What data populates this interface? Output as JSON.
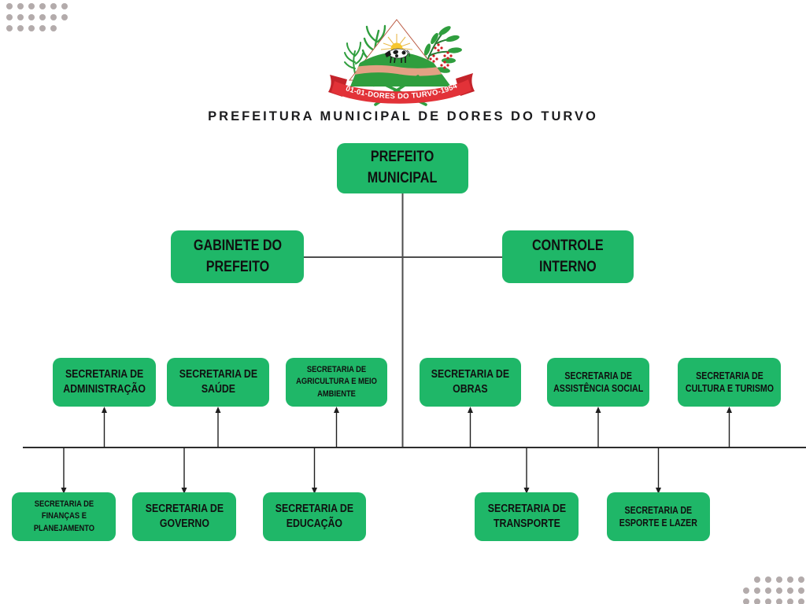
{
  "theme": {
    "node_green": "#1fb768",
    "line_color": "#4d4d4d",
    "stem_color": "#1f1f1f",
    "dots_color": "#b3abab",
    "text_dark": "#101010",
    "title_color": "#1c1c1e",
    "logo_green": "#2f9e3e",
    "logo_red": "#e23238",
    "logo_dark_red": "#c4232a",
    "band_tan": "#e2a183",
    "sun_yellow": "#f6c62e"
  },
  "header": {
    "title": "PREFEITURA MUNICIPAL DE DORES DO TURVO",
    "crest_banner": "01-01-DORES DO TURVO-1954"
  },
  "org": {
    "nodes": {
      "prefeito": {
        "lines": [
          "PREFEITO",
          "MUNICIPAL"
        ]
      },
      "gabinete": {
        "lines": [
          "GABINETE DO",
          "PREFEITO"
        ]
      },
      "controle": {
        "lines": [
          "CONTROLE",
          "INTERNO"
        ]
      },
      "administracao": {
        "lines": [
          "SECRETARIA DE",
          "ADMINISTRAÇÃO"
        ]
      },
      "saude": {
        "lines": [
          "SECRETARIA DE",
          "SAÚDE"
        ]
      },
      "agricultura": {
        "lines": [
          "SECRETARIA DE",
          "AGRICULTURA E MEIO",
          "AMBIENTE"
        ]
      },
      "obras": {
        "lines": [
          "SECRETARIA DE",
          "OBRAS"
        ]
      },
      "assistencia": {
        "lines": [
          "SECRETARIA DE",
          "ASSISTÊNCIA SOCIAL"
        ]
      },
      "cultura": {
        "lines": [
          "SECRETARIA DE",
          "CULTURA E TURISMO"
        ]
      },
      "financas": {
        "lines": [
          "SECRETARIA DE",
          "FINANÇAS E",
          "PLANEJAMENTO"
        ]
      },
      "governo": {
        "lines": [
          "SECRETARIA DE",
          "GOVERNO"
        ]
      },
      "educacao": {
        "lines": [
          "SECRETARIA DE",
          "EDUCAÇÃO"
        ]
      },
      "transporte": {
        "lines": [
          "SECRETARIA DE",
          "TRANSPORTE"
        ]
      },
      "esporte": {
        "lines": [
          "SECRETARIA DE",
          "ESPORTE E LAZER"
        ]
      }
    },
    "structure": {
      "root": "prefeito",
      "staff_of_root": [
        "gabinete",
        "controle"
      ],
      "upper_secretariats": [
        "administracao",
        "saude",
        "agricultura",
        "obras",
        "assistencia",
        "cultura"
      ],
      "lower_secretariats": [
        "financas",
        "governo",
        "educacao",
        "transporte",
        "esporte"
      ]
    }
  }
}
